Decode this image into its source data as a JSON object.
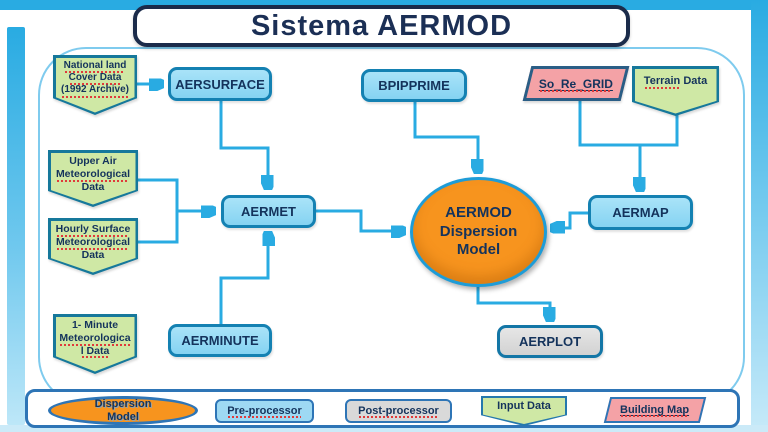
{
  "title": "Sistema AERMOD",
  "colors": {
    "accent": "#29ABE2",
    "process_fill": "#8FD7F4",
    "process_border": "#1481B2",
    "input_fill": "#CFE8A5",
    "input_border": "#16789B",
    "model_fill": "#F7941E",
    "model_border": "#1E9CD7",
    "post_fill": "#D9D9D9",
    "building_fill": "#F4A2A6",
    "label_text": "#14335C",
    "legend_border": "#2E75B6"
  },
  "nodes": {
    "aersurface": {
      "label": "AERSURFACE"
    },
    "bpipprime": {
      "label": "BPIPPRIME"
    },
    "aermet": {
      "label": "AERMET"
    },
    "aerminute": {
      "label": "AERMINUTE"
    },
    "aermap": {
      "label": "AERMAP"
    },
    "aerplot": {
      "label": "AERPLOT"
    },
    "aermod": {
      "l1": "AERMOD",
      "l2": "Dispersion",
      "l3": "Model"
    }
  },
  "inputs": {
    "national": {
      "l1": "National land",
      "l2": "Cover Data",
      "l3": "(1992 Archive)"
    },
    "upper_air": {
      "l1": "Upper Air",
      "l2": "Meteorological",
      "l3": "Data"
    },
    "hourly": {
      "l1": "Hourly Surface",
      "l2": "Meteorological",
      "l3": "Data"
    },
    "one_minute": {
      "l1": "1- Minute",
      "l2": "Meteorologica",
      "l3": "l Data"
    },
    "so_re_grid": {
      "label": "So_Re_GRID"
    },
    "terrain": {
      "w1": "Terrain",
      "w2": "Data"
    }
  },
  "legend": {
    "dispersion": {
      "l1": "Dispersion",
      "l2": "Model"
    },
    "pre": {
      "label": "Pre-processor"
    },
    "post": {
      "label": "Post-processor"
    },
    "input": {
      "label": "Input Data"
    },
    "building": {
      "label": "Building Map"
    }
  }
}
